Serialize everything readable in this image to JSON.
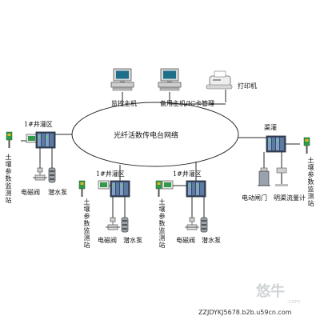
{
  "network": {
    "label": "光纤活数传电台网络"
  },
  "devices": {
    "monitor_host": "监控主机",
    "backup_host": "备用主机/IC卡管理",
    "printer": "打印机"
  },
  "zones": {
    "left": {
      "title": "1#井灌区",
      "valve": "电磁阀",
      "pump": "潜水泵",
      "station": "土壤参数监测站"
    },
    "mid1": {
      "title": "1#井灌区",
      "valve": "电磁阀",
      "pump": "潜水泵",
      "station": "土壤参数监测站"
    },
    "mid2": {
      "title": "1#井灌区",
      "valve": "电磁阀",
      "pump": "潜水泵",
      "station": "土壤参数监测站"
    },
    "canal": {
      "title": "渠灌",
      "gate": "电动闸门",
      "flowmeter": "明渠流量计",
      "station": "土壤参数监测站"
    }
  },
  "watermark": {
    "brand": "悠牛",
    "domain": ".com",
    "url": "ZZJDYKJ5678.b2b.u59cn.com"
  },
  "colors": {
    "line": "#2a2a2a",
    "controller_body": "#3a4a63",
    "controller_panel": "#7fa0c8",
    "device_green": "#2e9a4a",
    "device_yellow": "#e6b422",
    "watermark": "#cfd3d6"
  }
}
